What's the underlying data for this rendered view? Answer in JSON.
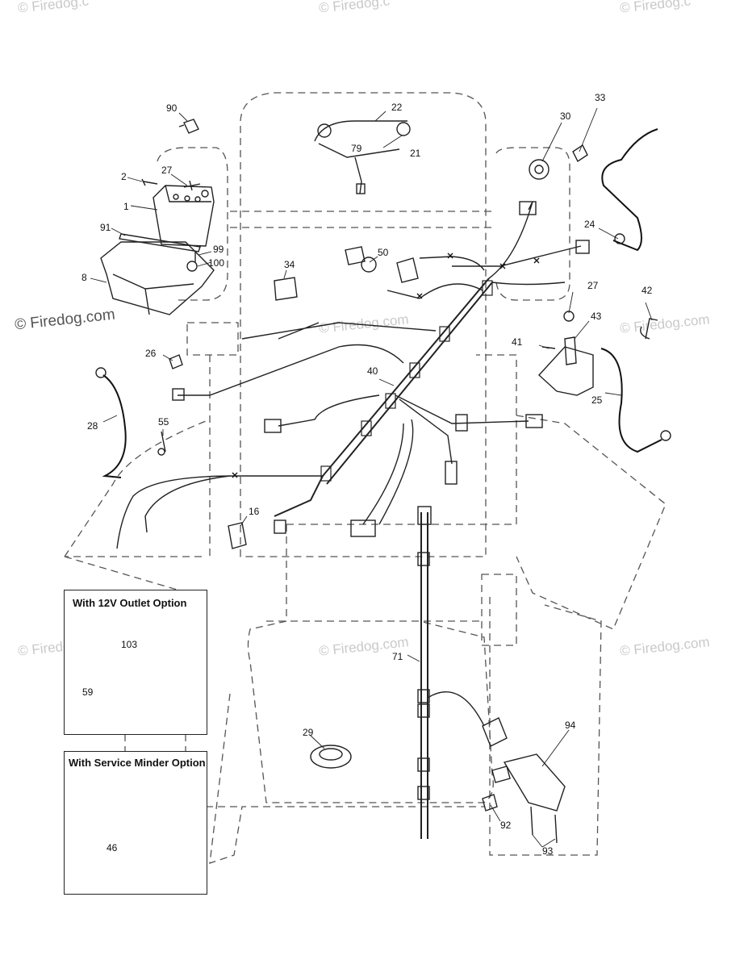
{
  "watermark": {
    "text": "© Firedog.com",
    "text_short": "© Firedog.c"
  },
  "insets": {
    "outlet_title": "With 12V Outlet Option",
    "service_title": "With Service Minder Option"
  },
  "callouts": [
    "90",
    "2",
    "27",
    "1",
    "91",
    "99",
    "100",
    "8",
    "22",
    "79",
    "21",
    "30",
    "33",
    "24",
    "50",
    "34",
    "27",
    "42",
    "43",
    "41",
    "25",
    "26",
    "40",
    "28",
    "55",
    "16",
    "71",
    "29",
    "94",
    "92",
    "93",
    "103",
    "59",
    "46"
  ],
  "colors": {
    "line": "#222222",
    "dash": "#555555",
    "watermark": "#c9c9c9"
  }
}
